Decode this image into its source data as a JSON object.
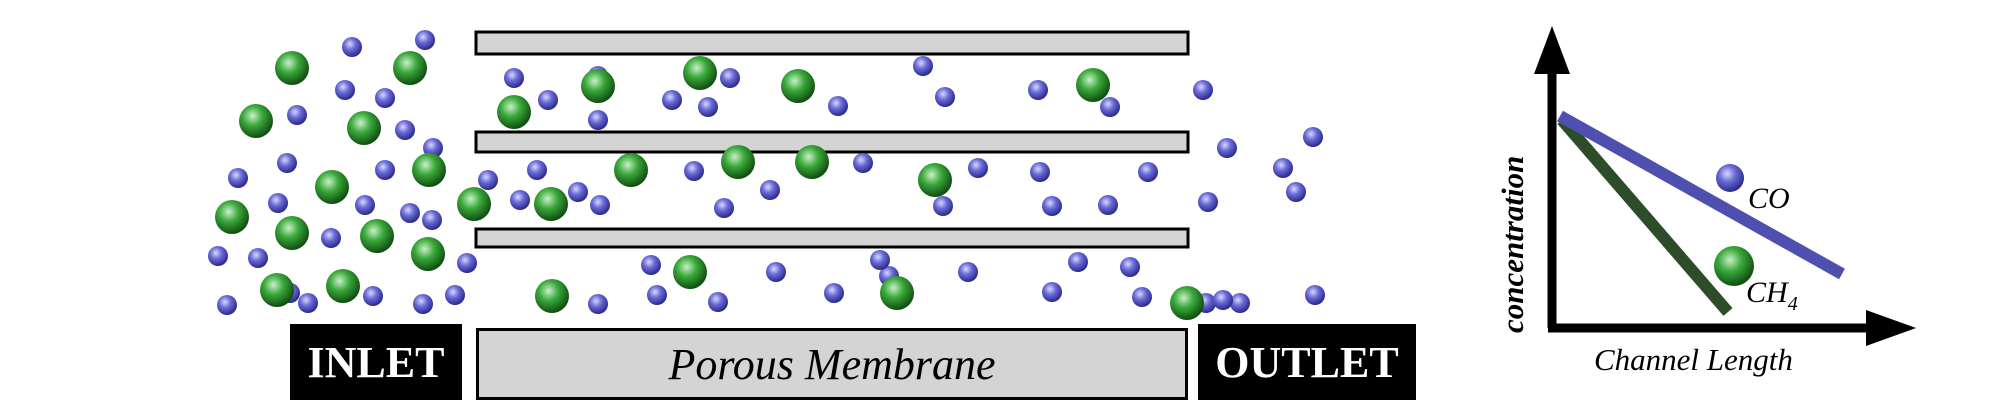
{
  "labels": {
    "inlet": "INLET",
    "outlet": "OUTLET",
    "membrane": "Porous Membrane"
  },
  "graph": {
    "y_label": "concentration",
    "x_label": "Channel Length",
    "co_label": "CO",
    "ch4_label": "CH",
    "ch4_subscript": "4"
  },
  "colors": {
    "co_line": "#4f4fb0",
    "ch4_line": "#2d4d2a",
    "co_particle": "#4a4ac0",
    "ch4_particle": "#2f9a2f",
    "membrane_fill": "#d4d4d4"
  }
}
